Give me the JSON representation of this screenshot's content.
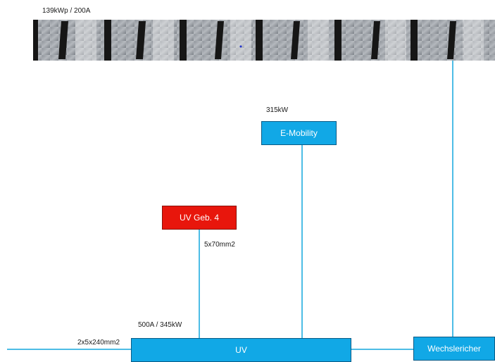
{
  "labels": {
    "pv_rating": "139kWp / 200A",
    "emob_power": "315kW",
    "cable_geb4": "5x70mm2",
    "uv_rating": "500A / 345kW",
    "cable_main": "2x5x240mm2"
  },
  "nodes": {
    "emobility": "E-Mobility",
    "uv_geb4": "UV Geb. 4",
    "uv": "UV",
    "inverter": "Wechslericher"
  },
  "colors": {
    "node_blue": "#11a8e6",
    "node_red": "#e8160c",
    "line": "#4dbde6"
  },
  "panel_array": {
    "image": "solar-panel-row"
  }
}
